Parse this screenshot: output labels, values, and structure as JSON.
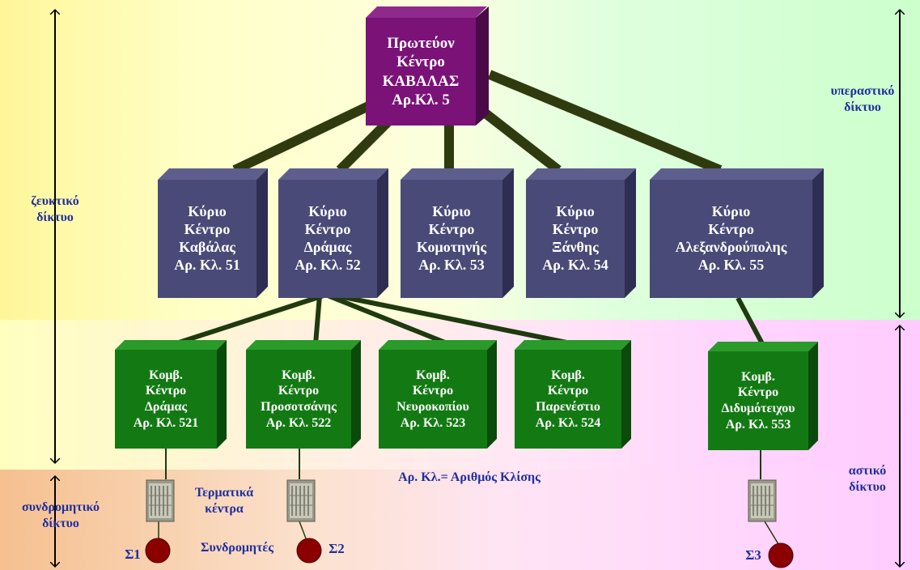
{
  "colors": {
    "yellow": "#ffffc8",
    "green_band": "#ccffcc",
    "pink_band": "#ffccff",
    "orange_band": "#f8c898",
    "primary": "#7a1278",
    "main": "#4a4a78",
    "nodal": "#137a13",
    "link": "#2f3b0e",
    "label": "#1f2f9f",
    "subscriber": "#8b0000"
  },
  "primary_center": {
    "lines": [
      "Πρωτεύον",
      "Κέντρο",
      "ΚΑΒΑΛΑΣ",
      "Αρ.Κλ. 5"
    ]
  },
  "main_centers": [
    {
      "lines": [
        "Κύριο",
        "Κέντρο",
        "Καβάλας",
        "Αρ. Κλ. 51"
      ]
    },
    {
      "lines": [
        "Κύριο",
        "Κέντρο",
        "Δράμας",
        "Αρ. Κλ. 52"
      ]
    },
    {
      "lines": [
        "Κύριο",
        "Κέντρο",
        "Κομοτηνής",
        "Αρ. Κλ. 53"
      ]
    },
    {
      "lines": [
        "Κύριο",
        "Κέντρο",
        "Ξάνθης",
        "Αρ. Κλ. 54"
      ]
    },
    {
      "lines": [
        "Κύριο",
        "Κέντρο",
        "Αλεξανδρούπολης",
        "Αρ. Κλ. 55"
      ]
    }
  ],
  "nodal_centers": [
    {
      "lines": [
        "Κομβ.",
        "Κέντρο",
        "Δράμας",
        "Αρ. Κλ. 521"
      ]
    },
    {
      "lines": [
        "Κομβ.",
        "Κέντρο",
        "Προσοτσάνης",
        "Αρ. Κλ. 522"
      ]
    },
    {
      "lines": [
        "Κομβ.",
        "Κέντρο",
        "Νευροκοπίου",
        "Αρ. Κλ. 523"
      ]
    },
    {
      "lines": [
        "Κομβ.",
        "Κέντρο",
        "Παρενέστιο",
        "Αρ. Κλ. 524"
      ]
    },
    {
      "lines": [
        "Κομβ.",
        "Κέντρο",
        "Διδυμότειχου",
        "Αρ. Κλ. 553"
      ]
    }
  ],
  "labels": {
    "long_distance": [
      "υπεραστικό",
      "δίκτυο"
    ],
    "junction": [
      "ζευκτικό",
      "δίκτυο"
    ],
    "local": [
      "αστικό",
      "δίκτυο"
    ],
    "subscriber_net": [
      "συνδρομητικό",
      "δίκτυο"
    ],
    "terminal_centers": [
      "Τερματικά",
      "κέντρα"
    ],
    "subscribers": "Συνδρομητές",
    "legend": "Αρ. Κλ.= Αριθμός Κλίσης",
    "s1": "Σ1",
    "s2": "Σ2",
    "s3": "Σ3"
  }
}
